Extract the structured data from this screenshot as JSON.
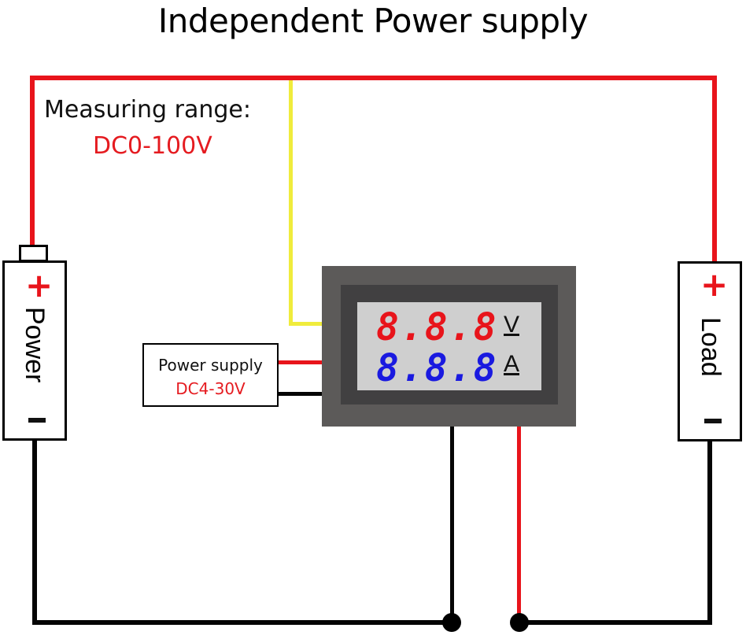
{
  "title": "Independent Power supply",
  "measuring_range": {
    "label": "Measuring range:",
    "value": "DC0-100V"
  },
  "power_block": {
    "label": "Power",
    "positive": "+",
    "negative": "-"
  },
  "load_block": {
    "label": "Load",
    "positive": "+",
    "negative": "-"
  },
  "power_supply_box": {
    "label": "Power supply",
    "value": "DC4-30V"
  },
  "meter": {
    "voltage_reading": "8.8.8",
    "voltage_unit": "V",
    "current_reading": "8.8.8",
    "current_unit": "A"
  },
  "colors": {
    "positive_wire": "#e8141b",
    "negative_wire": "#050505",
    "sense_wire": "#f0ec3c",
    "voltage_digits": "#e8141b",
    "current_digits": "#1a1ae0",
    "meter_body": "#5c5a59",
    "meter_bezel": "#414041",
    "meter_lcd": "#cfcfcf"
  }
}
